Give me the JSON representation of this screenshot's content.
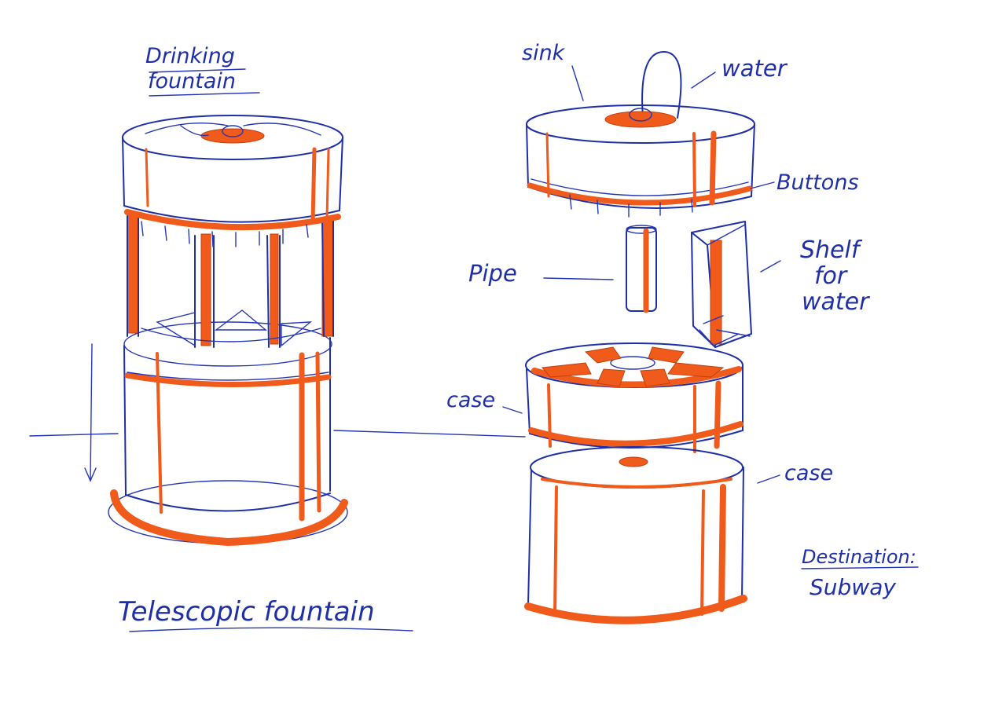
{
  "labels": {
    "drinking_fountain_line1": "Drinking",
    "drinking_fountain_line2": "fountain",
    "telescopic_fountain": "Telescopic fountain",
    "sink": "sink",
    "water": "water",
    "buttons": "Buttons",
    "pipe": "Pipe",
    "shelf_line1": "Shelf",
    "shelf_line2": "for",
    "shelf_line3": "water",
    "case_upper": "case",
    "case_lower": "case",
    "destination_line1": "Destination:",
    "destination_line2": "Subway"
  },
  "colors": {
    "ink": "#1f2fa8",
    "accent": "#f05a1a",
    "paper": "#ffffff"
  }
}
